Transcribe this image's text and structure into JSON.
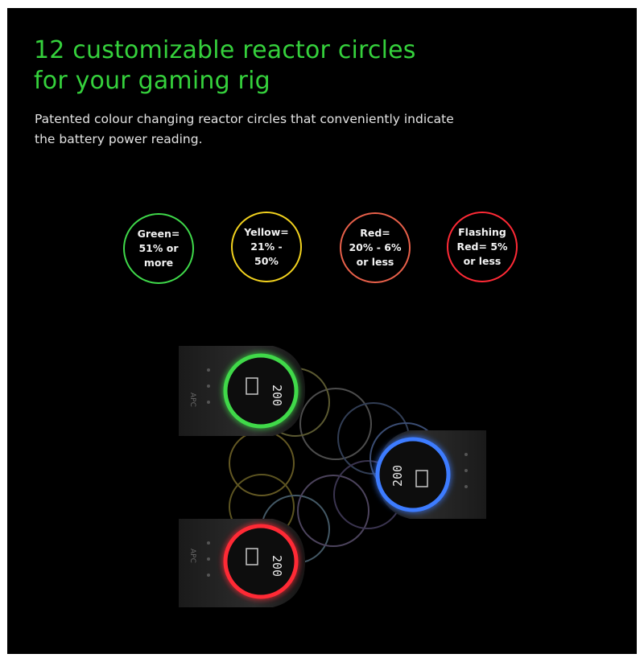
{
  "headline": {
    "line1": "12 customizable reactor circles",
    "line2": "for your gaming rig"
  },
  "subtitle": {
    "line1": "Patented colour changing reactor circles that conveniently indicate",
    "line2": "the battery power reading."
  },
  "legend": [
    {
      "label": "Green=\n51% or\nmore",
      "color": "#3fd94a"
    },
    {
      "label": "Yellow=\n21% -\n50%",
      "color": "#f2d21e"
    },
    {
      "label": "Red=\n20% - 6%\nor less",
      "color": "#e8604a"
    },
    {
      "label": "Flashing\nRed= 5%\nor less",
      "color": "#ff2a36"
    }
  ],
  "device": {
    "brand": "APC",
    "display_value": "200",
    "ring_colors": {
      "top": "#3fd94a",
      "right": "#3d7bff",
      "bottom": "#ff2a36"
    }
  }
}
